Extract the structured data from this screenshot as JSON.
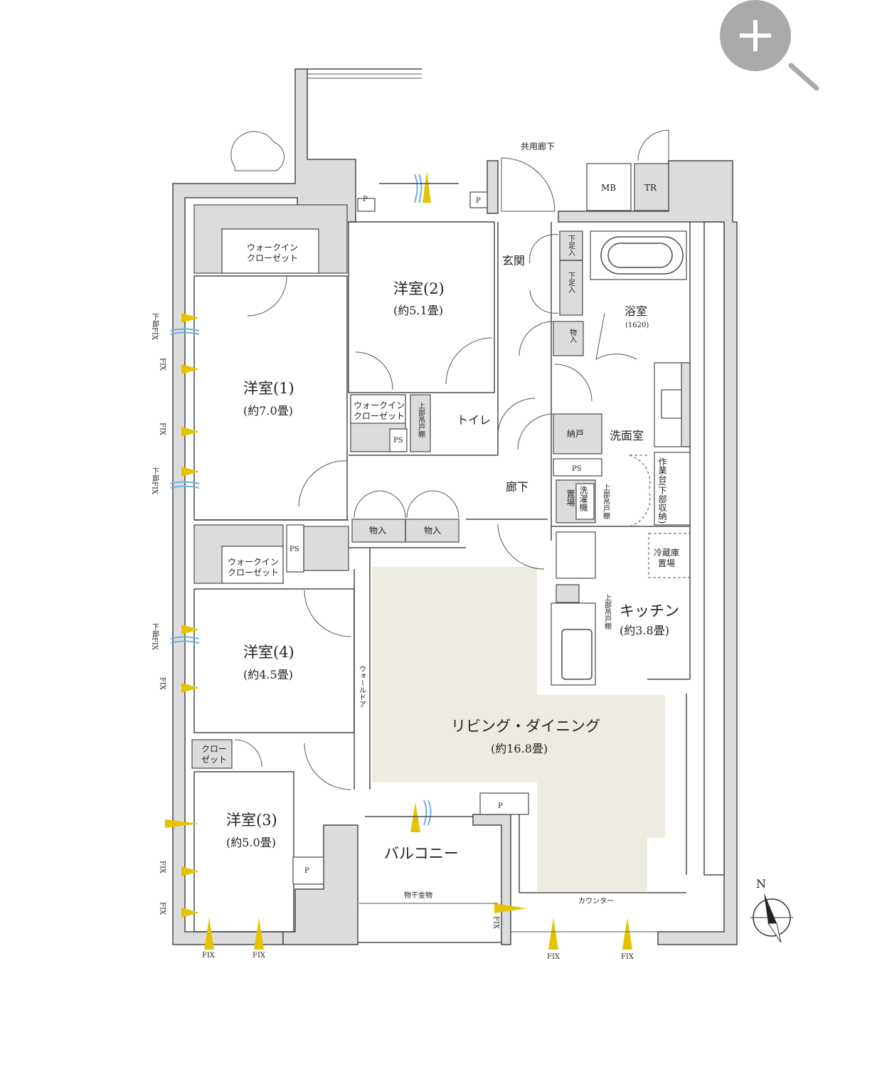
{
  "zoom_button": {
    "icon": "zoom-in-icon",
    "color": "#a9a9a9"
  },
  "colors": {
    "wall": "#dcdcdc",
    "living_floor": "#eeece2",
    "fix_marker": "#e6c200",
    "vent_marker": "#6fb0e0"
  },
  "plan": {
    "common_corridor": "共用廊下",
    "mb": "MB",
    "tr": "TR",
    "genkan": "玄関",
    "shoe1": "下足入",
    "shoe2": "下足入",
    "bath": "浴室",
    "bath_size": "(1620)",
    "storage_mono": "物入",
    "room2": "洋室(2)",
    "room2_size": "(約5.1畳)",
    "wic_top": "ウォークイン\nクローゼット",
    "wic_top_l1": "ウォークイン",
    "wic_top_l2": "クローゼット",
    "room1": "洋室(1)",
    "room1_size": "(約7.0畳)",
    "wic_mid_l1": "ウォークイン",
    "wic_mid_l2": "クローゼット",
    "ps": "PS",
    "toilet": "トイレ",
    "toilet_shelf": "上部吊戸棚",
    "nando": "納戸",
    "washroom": "洗面室",
    "ps2": "PS",
    "washer_l1": "洗濯機",
    "washer_l2": "置場",
    "upper_shelf": "上部吊戸棚",
    "worktable": "作業台(下部収納)",
    "corridor": "廊下",
    "mono1": "物入",
    "mono2": "物入",
    "ps3": "PS",
    "fridge_l1": "冷蔵庫",
    "fridge_l2": "置場",
    "kitchen": "キッチン",
    "kitchen_size": "(約3.8畳)",
    "kitchen_shelf": "上部吊戸棚",
    "wic_low_l1": "ウォークイン",
    "wic_low_l2": "クローゼット",
    "room4": "洋室(4)",
    "room4_size": "(約4.5畳)",
    "wall_door": "ウォールドア",
    "living": "リビング・ダイニング",
    "living_size": "(約16.8畳)",
    "closet_l1": "クロー",
    "closet_l2": "ゼット",
    "room3": "洋室(3)",
    "room3_size": "(約5.0畳)",
    "p": "P",
    "balcony": "バルコニー",
    "drying": "物干金物",
    "counter": "カウンター",
    "fix": "FIX",
    "fix_lower": "下部FIX",
    "north": "N"
  }
}
